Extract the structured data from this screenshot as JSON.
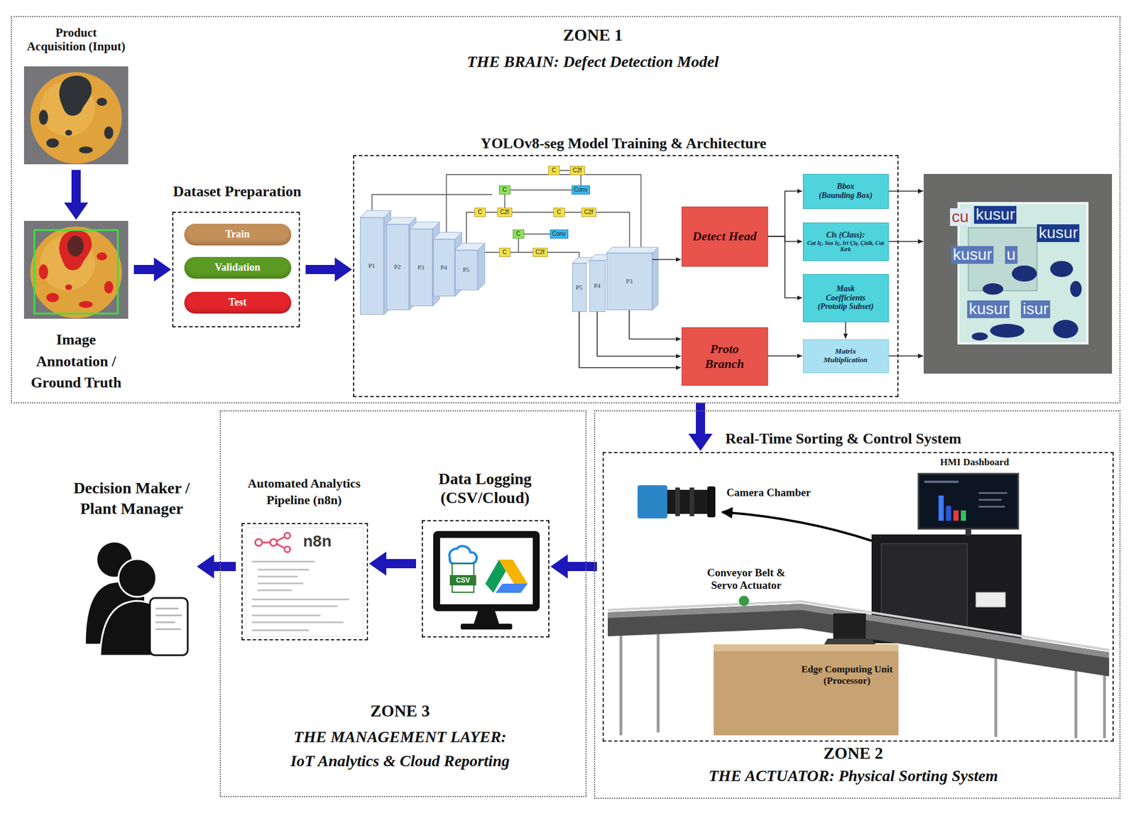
{
  "diagram": {
    "nodes": [
      {
        "text": [
          "ZONE 1",
          "THE BRAIN: Defect Detection Model"
        ]
      },
      {
        "text": [
          "Product Acquisition (Input)"
        ],
        "in": 0
      },
      {
        "text": [
          "Image Annotation / Ground Truth"
        ],
        "in": 0
      },
      {
        "text": [
          "Dataset Preparation"
        ],
        "in": 0
      },
      {
        "text": [
          "Train"
        ],
        "in": 3
      },
      {
        "text": [
          "Validation"
        ],
        "in": 3
      },
      {
        "text": [
          "Test"
        ],
        "in": 3
      },
      {
        "text": [
          "YOLOv8-seg Model Training & Architecture"
        ],
        "in": 0
      },
      {
        "text": [
          "P1"
        ],
        "in": 7
      },
      {
        "text": [
          "P2"
        ],
        "in": 7
      },
      {
        "text": [
          "P3"
        ],
        "in": 7
      },
      {
        "text": [
          "P4"
        ],
        "in": 7
      },
      {
        "text": [
          "P5"
        ],
        "in": 7
      },
      {
        "text": [
          "C"
        ],
        "in": 7
      },
      {
        "text": [
          "C2f"
        ],
        "in": 7
      },
      {
        "text": [
          "C"
        ],
        "in": 7
      },
      {
        "text": [
          "Conv"
        ],
        "in": 7
      },
      {
        "text": [
          "C"
        ],
        "in": 7
      },
      {
        "text": [
          "C2f"
        ],
        "in": 7
      },
      {
        "text": [
          "C"
        ],
        "in": 7
      },
      {
        "text": [
          "C2f"
        ],
        "in": 7
      },
      {
        "text": [
          "C"
        ],
        "in": 7
      },
      {
        "text": [
          "Conv"
        ],
        "in": 7
      },
      {
        "text": [
          "C"
        ],
        "in": 7
      },
      {
        "text": [
          "C2f"
        ],
        "in": 7
      },
      {
        "text": [
          "P5"
        ],
        "in": 7
      },
      {
        "text": [
          "P4"
        ],
        "in": 7
      },
      {
        "text": [
          "P3"
        ],
        "in": 7
      },
      {
        "text": [
          "Detect Head"
        ],
        "in": 7
      },
      {
        "text": [
          "Proto Branch"
        ],
        "in": 7
      },
      {
        "text": [
          "Bbox (Bounding Box)"
        ],
        "in": 7
      },
      {
        "text": [
          "Cls (Class):",
          "Cut Iç, Sus Iç, Iri Çiş, Çizik, Cut Kırk"
        ],
        "in": 7
      },
      {
        "text": [
          "Mask Coefficients (Prototip Subset)"
        ],
        "in": 7
      },
      {
        "text": [
          "Matrix Multiplication"
        ],
        "in": 7
      },
      {
        "text": [
          "cu",
          "kusur",
          "kusur",
          "kusur",
          "u",
          "kusur",
          "isur"
        ],
        "in": 0
      },
      {
        "text": [
          "Decision Maker / Plant Manager"
        ]
      },
      {
        "text": [
          "ZONE 3",
          "THE MANAGEMENT LAYER:",
          "IoT Analytics & Cloud Reporting"
        ]
      },
      {
        "text": [
          "Automated Analytics Pipeline (n8n)",
          "n8n"
        ],
        "in": 36
      },
      {
        "text": [
          "Data Logging (CSV/Cloud)"
        ],
        "in": 36
      },
      {
        "text": [
          "ZONE 2",
          "THE ACTUATOR: Physical Sorting System"
        ]
      },
      {
        "text": [
          "Real-Time Sorting & Control System"
        ],
        "in": 39
      }
    ],
    "edges": [
      {
        "from": 1,
        "to": 2,
        "arrow": "to"
      },
      {
        "from": 2,
        "to": 3,
        "arrow": "to"
      },
      {
        "from": 3,
        "to": 7,
        "arrow": "to"
      },
      {
        "from": 25,
        "to": 29,
        "arrow": "to"
      },
      {
        "from": 26,
        "to": 29,
        "arrow": "to"
      },
      {
        "from": 27,
        "to": 29,
        "arrow": "to"
      },
      {
        "from": 27,
        "to": 28,
        "arrow": "to"
      },
      {
        "from": 28,
        "to": 30,
        "arrow": "to"
      },
      {
        "from": 28,
        "to": 31,
        "arrow": "to"
      },
      {
        "from": 28,
        "to": 32,
        "arrow": "to"
      },
      {
        "from": 29,
        "to": 33,
        "arrow": "to"
      },
      {
        "from": 32,
        "to": 33,
        "arrow": "to"
      },
      {
        "from": 30,
        "to": 34,
        "arrow": "to"
      },
      {
        "from": 31,
        "to": 34,
        "arrow": "to"
      },
      {
        "from": 33,
        "to": 34,
        "arrow": "to"
      },
      {
        "from": 7,
        "to": 40,
        "arrow": "to"
      },
      {
        "from": 40,
        "to": 38,
        "arrow": "to"
      },
      {
        "from": 38,
        "to": 37,
        "arrow": "to"
      },
      {
        "from": 37,
        "to": 35,
        "arrow": "to"
      }
    ],
    "labels": [
      "Camera Chamber",
      "HMI Dashboard",
      "Conveyor Belt & Servo Actuator",
      "Edge Computing Unit (Processor)",
      "CSV"
    ]
  }
}
